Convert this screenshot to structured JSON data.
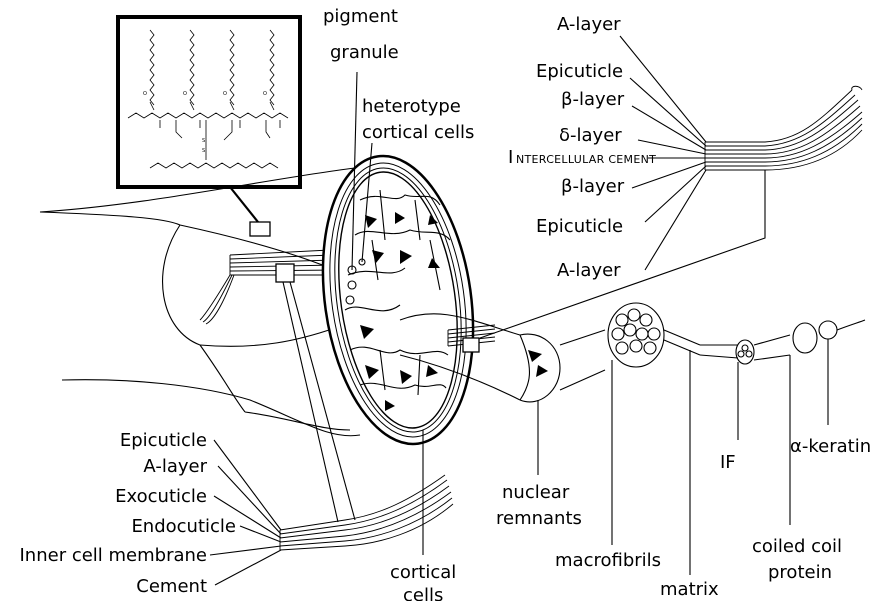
{
  "labels": {
    "pigment_granule": [
      "pigment",
      "granule"
    ],
    "heterotype_cortical_cells": [
      "heterotype",
      "cortical cells"
    ],
    "right_stack": {
      "a_layer_top": "A-layer",
      "epicuticle_top": "Epicuticle",
      "beta_layer_top": "β-layer",
      "delta_layer": "δ-layer",
      "intercellular_cement_initial": "I",
      "intercellular_cement_rest": "NTERCELLULAR CEMENT",
      "beta_layer_bottom": "β-layer",
      "epicuticle_bottom": "Epicuticle",
      "a_layer_bottom": "A-layer"
    },
    "left_stack": {
      "epicuticle": "Epicuticle",
      "a_layer": "A-layer",
      "exocuticle": "Exocuticle",
      "endocuticle": "Endocuticle",
      "inner_cell_membrane": "Inner cell membrane",
      "cement": "Cement"
    },
    "cortical_cells": [
      "cortical",
      "cells"
    ],
    "nuclear_remnants": [
      "nuclear",
      "remnants"
    ],
    "macrofibrils": "macrofibrils",
    "matrix": "matrix",
    "if": "IF",
    "alpha_keratin": "α-keratin",
    "coiled_coil_protein": [
      "coiled coil",
      "protein"
    ]
  }
}
